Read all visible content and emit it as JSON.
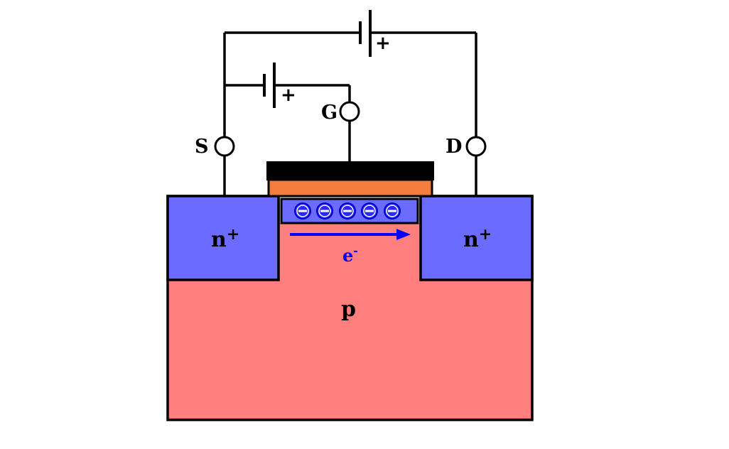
{
  "labels": {
    "source": "S",
    "gate": "G",
    "drain": "D",
    "n_region_left": "n",
    "n_region_right": "n",
    "n_superscript": "+",
    "substrate": "p",
    "electron": "e",
    "electron_superscript": "-",
    "battery_gate_polarity": "+",
    "battery_drain_polarity": "+"
  },
  "channel": {
    "electron_count": 5,
    "electron_symbol": "−"
  },
  "colors": {
    "wire": "#000000",
    "n_region": "#6b6bff",
    "p_substrate": "#ff7f7f",
    "channel": "#6b6bff",
    "gate_metal": "#000000",
    "gate_oxide": "#f47c3c",
    "electron_fill": "#0000ff",
    "arrow": "#0000ff",
    "electron_label": "#0000ff"
  }
}
